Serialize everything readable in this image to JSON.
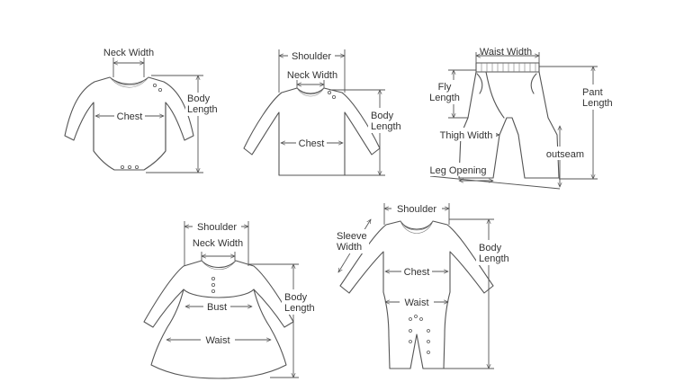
{
  "diagrams": {
    "bodysuit": {
      "neck_width": "Neck Width",
      "chest": "Chest",
      "body_length_1": "Body",
      "body_length_2": "Length"
    },
    "tshirt": {
      "shoulder": "Shoulder",
      "neck_width": "Neck Width",
      "chest": "Chest",
      "body_length_1": "Body",
      "body_length_2": "Length"
    },
    "pants": {
      "waist_width": "Waist Width",
      "fly_length_1": "Fly",
      "fly_length_2": "Length",
      "thigh_width": "Thigh Width",
      "leg_opening": "Leg Opening",
      "outseam": "outseam",
      "pant_length_1": "Pant",
      "pant_length_2": "Length"
    },
    "dress": {
      "shoulder": "Shoulder",
      "neck_width": "Neck Width",
      "bust": "Bust",
      "waist": "Waist",
      "body_length_1": "Body",
      "body_length_2": "Length"
    },
    "romper": {
      "shoulder": "Shoulder",
      "sleeve_width_1": "Sleeve",
      "sleeve_width_2": "Width",
      "chest": "Chest",
      "waist": "Waist",
      "body_length_1": "Body",
      "body_length_2": "Length"
    }
  },
  "colors": {
    "line": "#555555",
    "text": "#333333",
    "background": "#ffffff"
  }
}
